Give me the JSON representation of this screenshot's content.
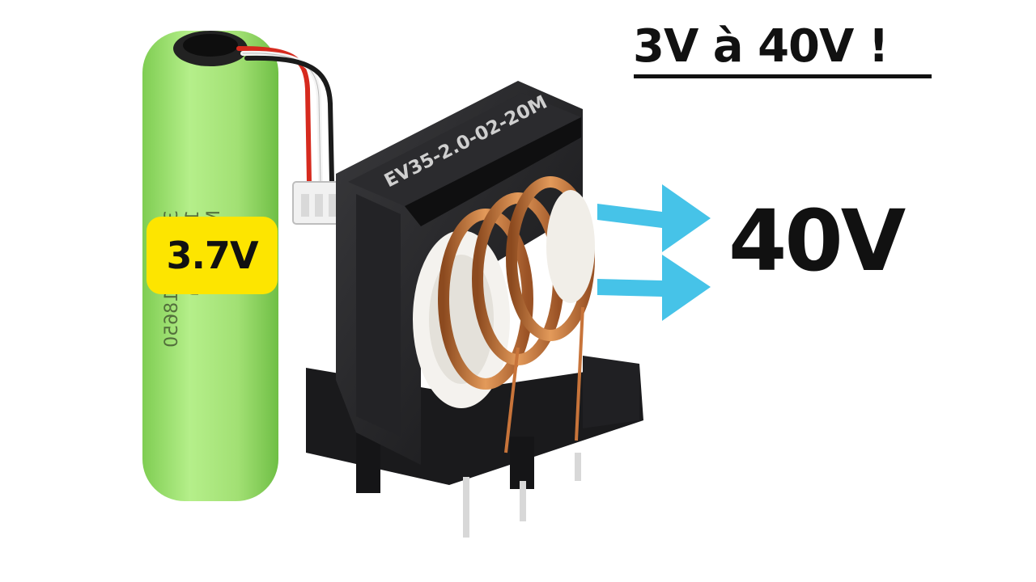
{
  "headline": "3V à 40V !",
  "output_voltage": "40V",
  "battery": {
    "voltage_badge": "3.7V",
    "print_lines": [
      "3.7V LCR18650",
      "1000mAh",
      "MOT"
    ]
  },
  "transformer": {
    "model_label": "EV35-2.0-02-20M"
  },
  "colors": {
    "battery_green": "#a6e378",
    "badge_yellow": "#fde500",
    "arrow_blue": "#46c3e8",
    "copper": "#c8743a",
    "core_black": "#1d1d1f"
  }
}
